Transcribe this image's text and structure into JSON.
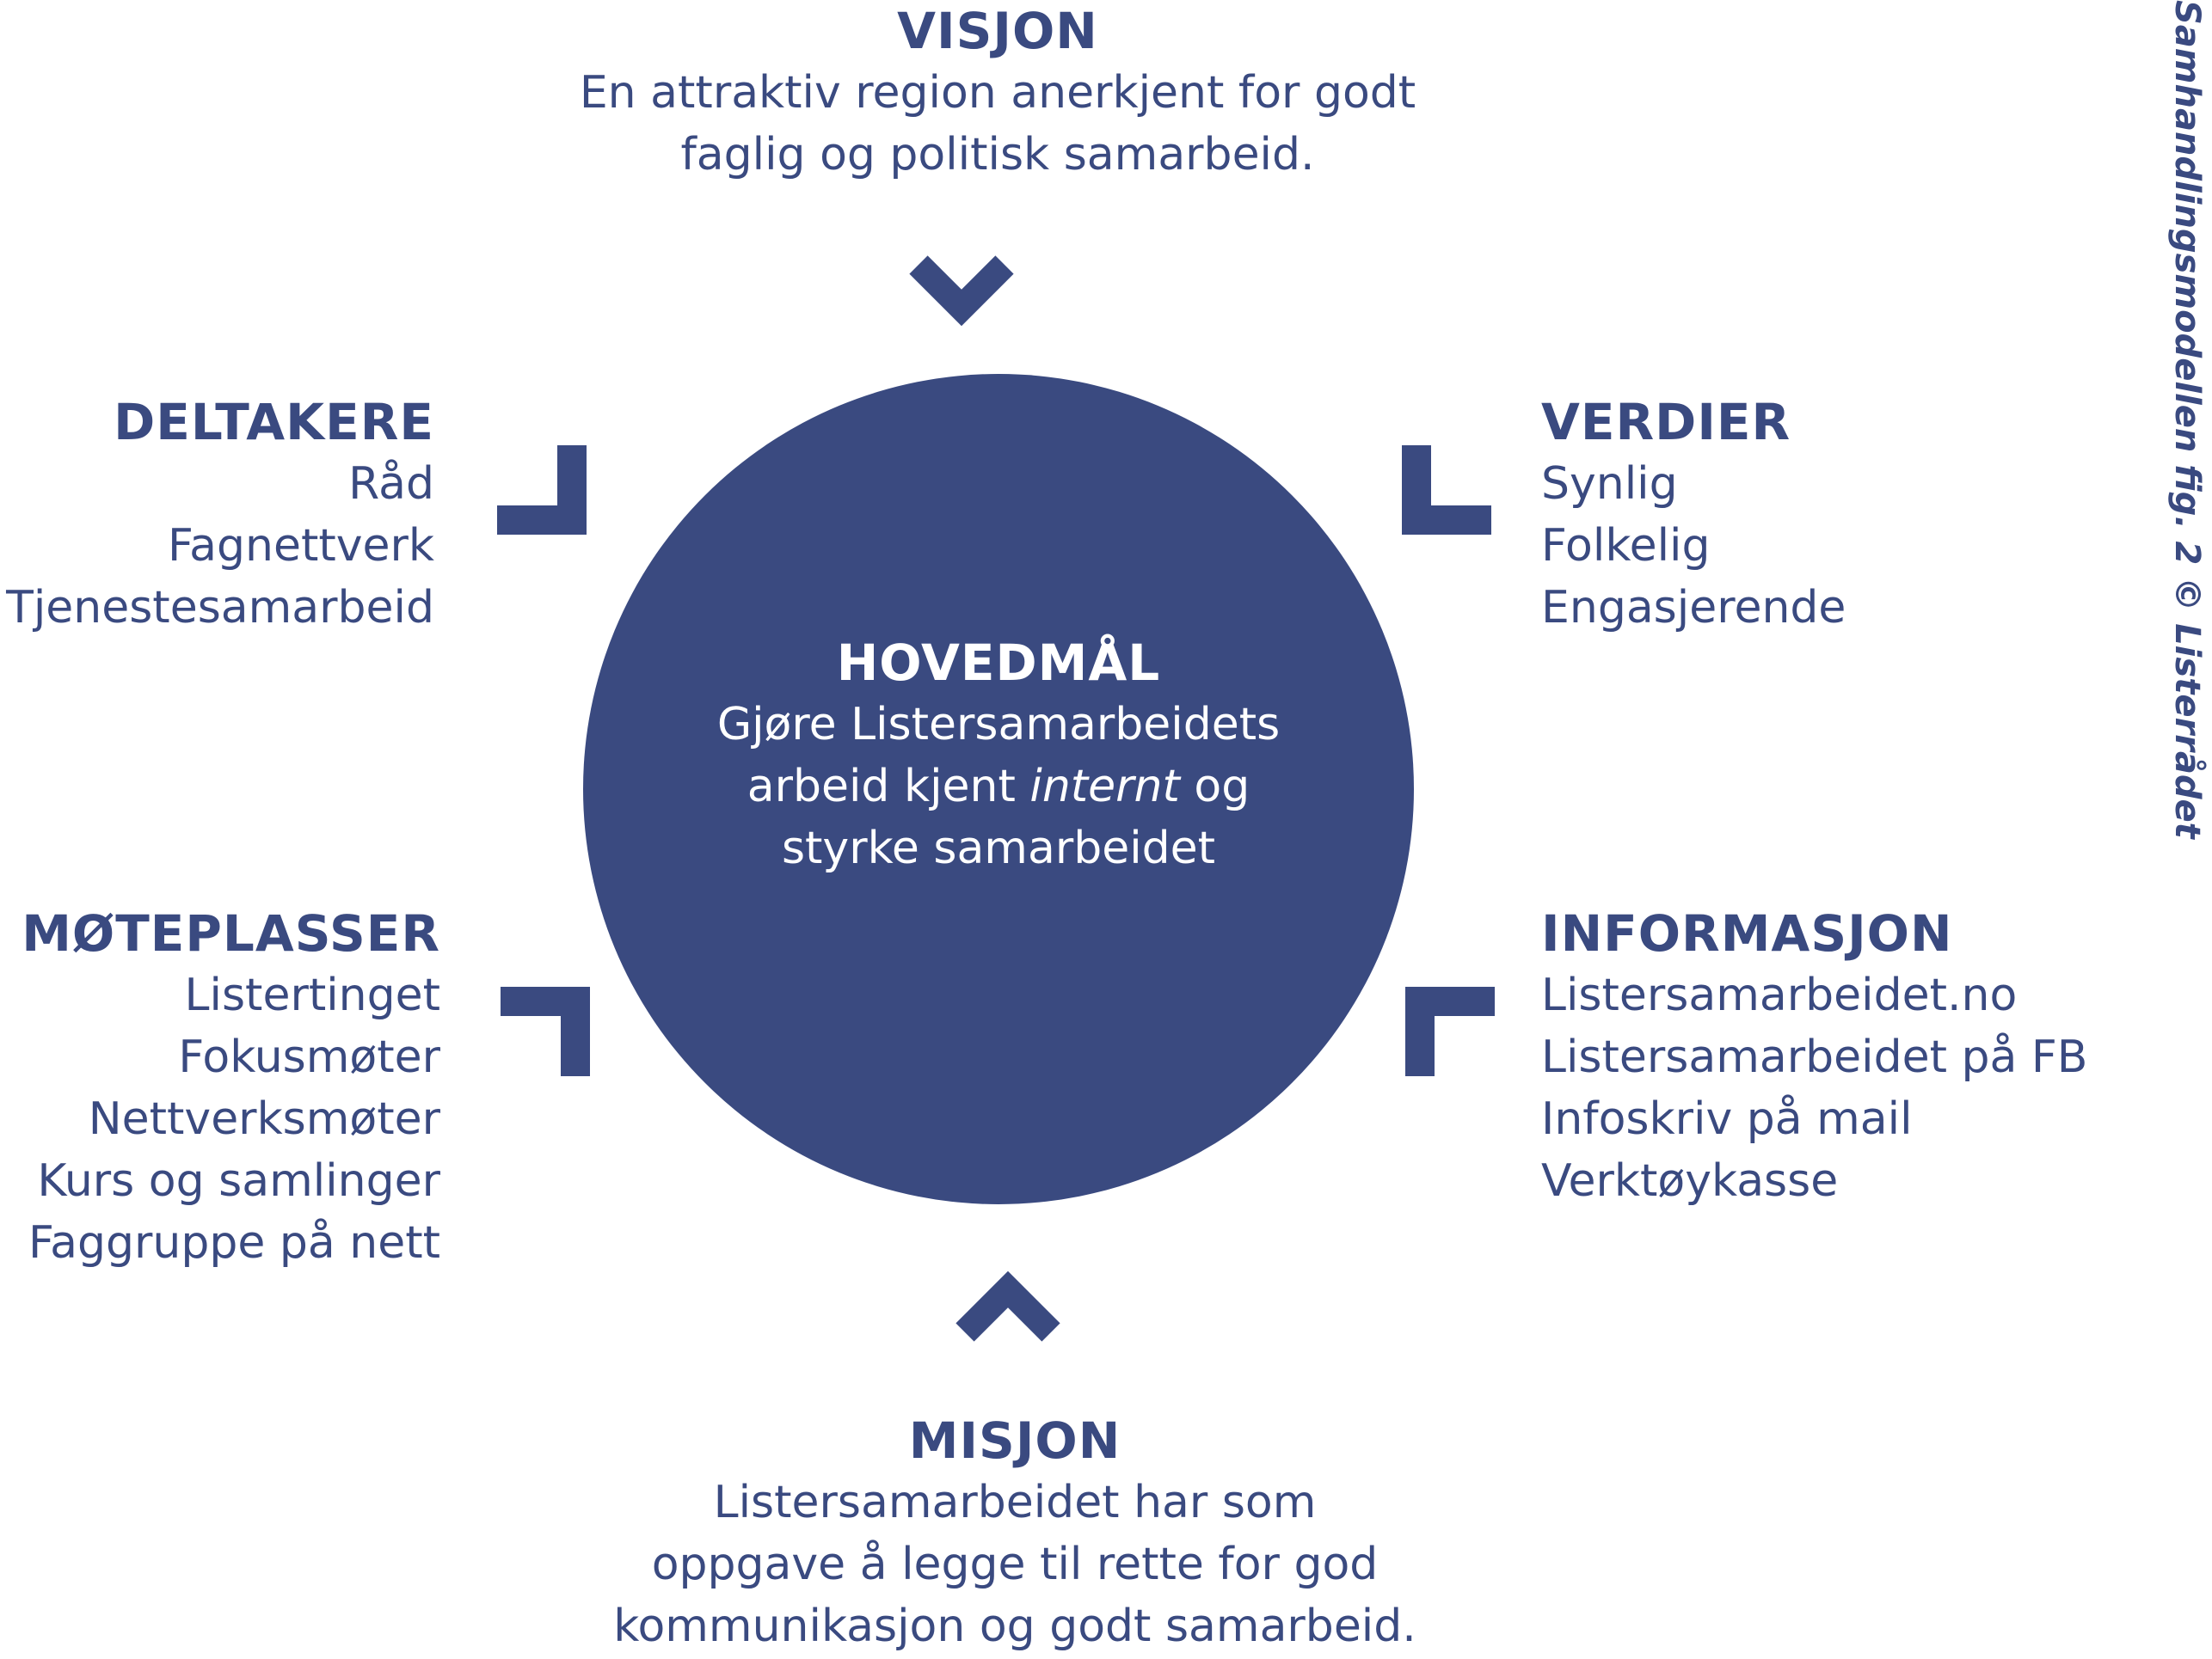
{
  "colors": {
    "primary": "#3a4a80",
    "background": "#ffffff",
    "circle_text": "#ffffff"
  },
  "visjon": {
    "heading": "VISJON",
    "lines": [
      "En attraktiv region anerkjent for godt",
      "faglig og politisk samarbeid."
    ]
  },
  "deltakere": {
    "heading": "DELTAKERE",
    "lines": [
      "Råd",
      "Fagnettverk",
      "Tjenestesamarbeid"
    ]
  },
  "verdier": {
    "heading": "VERDIER",
    "lines": [
      "Synlig",
      "Folkelig",
      "Engasjerende"
    ]
  },
  "hovedmal": {
    "heading": "HOVEDMÅL",
    "line1": "Gjøre Listersamarbeidets",
    "line2_before": "arbeid kjent ",
    "line2_italic": "internt",
    "line2_after": " og",
    "line3": "styrke samarbeidet"
  },
  "moteplasser": {
    "heading": "MØTEPLASSER",
    "lines": [
      "Listertinget",
      "Fokusmøter",
      "Nettverksmøter",
      "Kurs og samlinger",
      "Faggruppe på nett"
    ]
  },
  "informasjon": {
    "heading": "INFORMASJON",
    "lines": [
      "Listersamarbeidet.no",
      "Listersamarbeidet på FB",
      "Infoskriv på mail",
      "Verktøykasse"
    ]
  },
  "misjon": {
    "heading": "MISJON",
    "lines": [
      "Listersamarbeidet har som",
      "oppgave å legge til rette for god",
      "kommunikasjon og godt samarbeid."
    ]
  },
  "side_caption": "Samhandlingsmodellen fig. 2 © Listerrådet"
}
